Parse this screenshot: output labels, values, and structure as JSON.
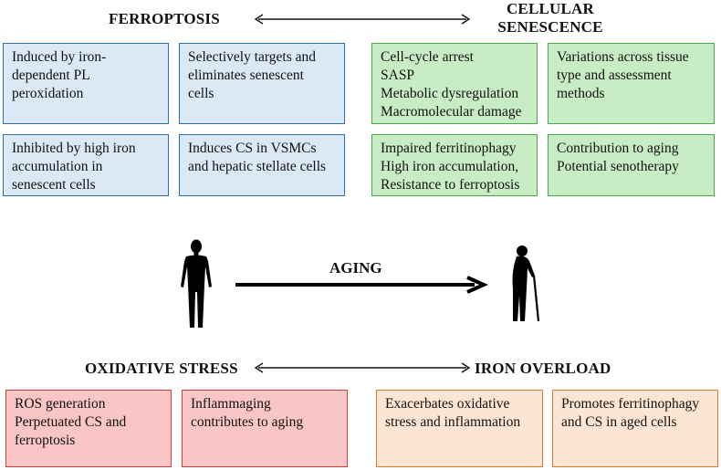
{
  "headers": {
    "ferroptosis": "FERROPTOSIS",
    "senescence_line1": "CELLULAR",
    "senescence_line2": "SENESCENCE",
    "oxidative_stress": "OXIDATIVE STRESS",
    "iron_overload": "IRON OVERLOAD",
    "aging": "AGING"
  },
  "ferroptosis_boxes": [
    {
      "lines": [
        "Induced by iron-",
        "dependent PL",
        "peroxidation"
      ]
    },
    {
      "lines": [
        "Selectively targets and",
        "eliminates senescent",
        "cells"
      ]
    },
    {
      "lines": [
        "Inhibited by high iron",
        "accumulation in",
        "senescent cells"
      ]
    },
    {
      "lines": [
        "Induces CS in VSMCs",
        "and hepatic stellate cells"
      ]
    }
  ],
  "senescence_boxes": [
    {
      "lines": [
        "Cell-cycle arrest",
        "SASP",
        "Metabolic dysregulation",
        "Macromolecular damage"
      ]
    },
    {
      "lines": [
        "Variations across tissue",
        "type and assessment",
        "methods"
      ]
    },
    {
      "lines": [
        "Impaired ferritinophagy",
        "High iron accumulation,",
        "Resistance to ferroptosis"
      ]
    },
    {
      "lines": [
        "Contribution to aging",
        "Potential senotherapy"
      ]
    }
  ],
  "oxidative_boxes": [
    {
      "lines": [
        "ROS generation",
        "Perpetuated CS and",
        "ferroptosis"
      ]
    },
    {
      "lines": [
        "Inflammaging",
        "contributes to aging"
      ]
    }
  ],
  "iron_boxes": [
    {
      "lines": [
        "Exacerbates oxidative",
        "stress and inflammation"
      ]
    },
    {
      "lines": [
        "Promotes ferritinophagy",
        "and CS in aged cells"
      ]
    }
  ],
  "colors": {
    "ferroptosis_fill": "#dbe8f6",
    "ferroptosis_border": "#2f6ea6",
    "senescence_fill": "#c8ecc4",
    "senescence_border": "#4aa848",
    "oxidative_fill": "#f9c5c5",
    "oxidative_border": "#d13c3c",
    "iron_fill": "#fde5d3",
    "iron_border": "#e07a2f"
  },
  "icons": {
    "young": "standing-person-icon",
    "old": "elderly-person-with-cane-icon"
  }
}
